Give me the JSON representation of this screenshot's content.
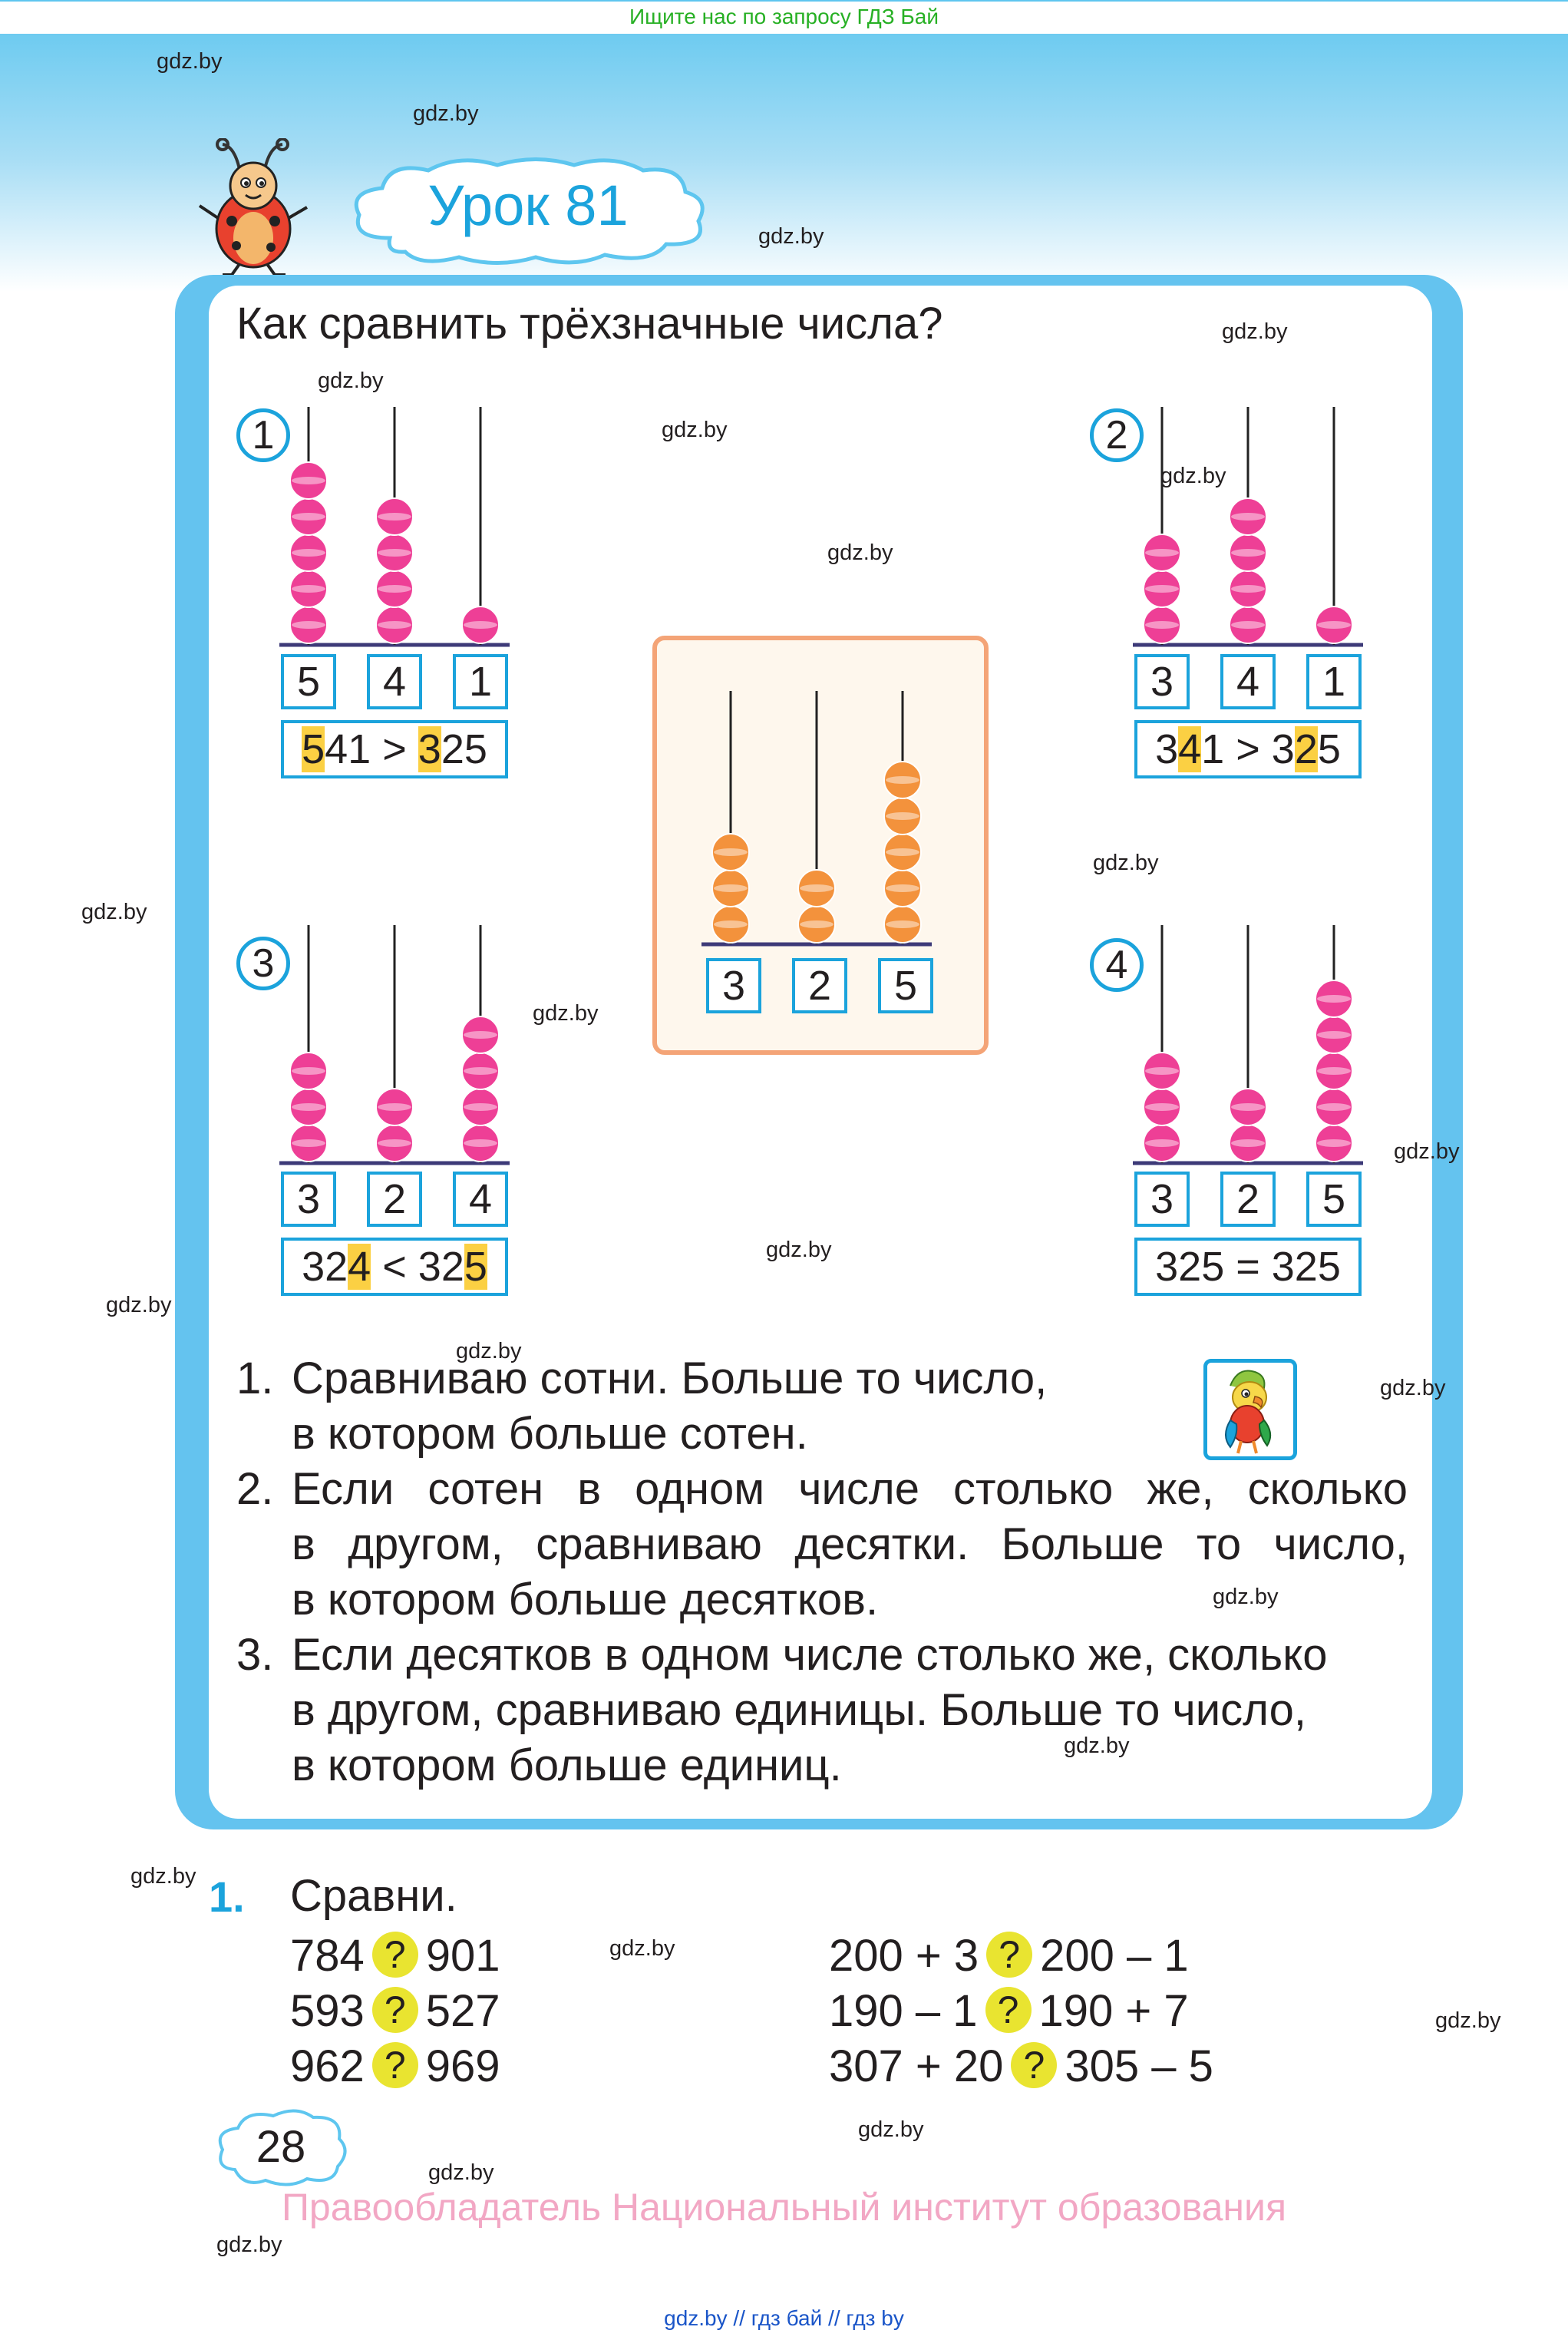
{
  "top_link": "Ищите нас по запросу ГДЗ Бай",
  "watermark": "gdz.by",
  "lesson_title": "Урок 81",
  "heading": "Как сравнить трёхзначные числа?",
  "examples": [
    {
      "label": "1",
      "beads": [
        5,
        4,
        1
      ],
      "digits": [
        "5",
        "4",
        "1"
      ],
      "compare": {
        "a_pre": "",
        "a_hl": "5",
        "a_post": "41",
        "sign": ">",
        "b_pre": "",
        "b_hl": "3",
        "b_post": "25"
      }
    },
    {
      "label": "2",
      "beads": [
        3,
        4,
        1
      ],
      "digits": [
        "3",
        "4",
        "1"
      ],
      "compare": {
        "a_pre": "3",
        "a_hl": "4",
        "a_post": "1",
        "sign": ">",
        "b_pre": "3",
        "b_hl": "2",
        "b_post": "5"
      }
    },
    {
      "label": "3",
      "beads": [
        3,
        2,
        4
      ],
      "digits": [
        "3",
        "2",
        "4"
      ],
      "compare": {
        "a_pre": "32",
        "a_hl": "4",
        "a_post": "",
        "sign": "<",
        "b_pre": "32",
        "b_hl": "5",
        "b_post": ""
      }
    },
    {
      "label": "4",
      "beads": [
        3,
        2,
        5
      ],
      "digits": [
        "3",
        "2",
        "5"
      ],
      "compare_text": "325 = 325"
    }
  ],
  "center": {
    "beads": [
      3,
      2,
      5
    ],
    "digits": [
      "3",
      "2",
      "5"
    ]
  },
  "rules": [
    {
      "num": "1.",
      "lines": [
        "Сравниваю сотни. Больше то число,",
        "в котором больше сотен."
      ]
    },
    {
      "num": "2.",
      "lines": [
        "Если сотен в одном числе столько же, сколько",
        "в другом, сравниваю десятки. Больше то число,",
        "в котором больше десятков."
      ]
    },
    {
      "num": "3.",
      "lines": [
        "Если десятков в одном числе столько же, сколько",
        "в другом, сравниваю единицы. Больше то число,",
        "в котором больше единиц."
      ]
    }
  ],
  "task": {
    "number": "1.",
    "title": "Сравни.",
    "mark": "?",
    "left": [
      {
        "a": "784",
        "b": "901"
      },
      {
        "a": "593",
        "b": "527"
      },
      {
        "a": "962",
        "b": "969"
      }
    ],
    "right": [
      {
        "a": "200 + 3",
        "b": "200 – 1"
      },
      {
        "a": "190 – 1",
        "b": "190 + 7"
      },
      {
        "a": "307 + 20",
        "b": "305 – 5"
      }
    ]
  },
  "page_number": "28",
  "copyright": "Правообладатель Национальный институт образования",
  "bottom_links": "gdz.by  //  гдз бай  //  гдз by",
  "colors": {
    "frame": "#64c3ef",
    "accent": "#1ba3dc",
    "pink_bead": "#ee3f96",
    "orange_bead": "#f3923c",
    "highlight": "#fbd043",
    "question": "#e9e430"
  }
}
